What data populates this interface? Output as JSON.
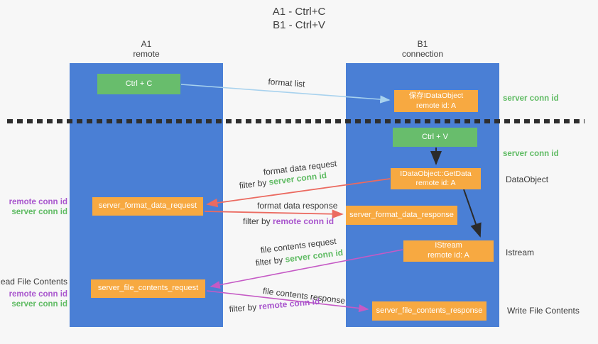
{
  "title": {
    "line1": "A1 - Ctrl+C",
    "line2": "B1 - Ctrl+V"
  },
  "columns": {
    "left": {
      "name": "A1",
      "role": "remote"
    },
    "right": {
      "name": "B1",
      "role": "connection"
    }
  },
  "nodes": {
    "ctrl_c": "Ctrl + C",
    "ctrl_v": "Ctrl + V",
    "save_idataobject": {
      "line1": "保存IDataObject",
      "line2": "remote id: A"
    },
    "getdata": {
      "line1": "IDataObject::GetData",
      "line2": "remote id: A"
    },
    "istream": {
      "line1": "IStream",
      "line2": "remote id: A"
    },
    "format_request": "server_format_data_request",
    "format_response": "server_format_data_response",
    "file_request": "server_file_contents_request",
    "file_response": "server_file_contents_response"
  },
  "arrow_labels": {
    "format_list": "format list",
    "format_data_request": "format data request",
    "format_data_response": "format data response",
    "file_contents_request": "file contents request",
    "file_contents_response": "file contents response",
    "filter_by": "filter by ",
    "server_conn_id": "server conn id",
    "remote_conn_id": "remote conn id"
  },
  "side_labels": {
    "right_server_conn_id_top": "server conn id",
    "right_server_conn_id_mid": "server conn id",
    "dataobject": "DataObject",
    "istream": "Istream",
    "write_file_contents": "Write File Contents",
    "read_file_contents": "Read File Contents",
    "left_remote_conn_id_top": "remote conn id",
    "left_server_conn_id_top": "server conn id",
    "left_remote_conn_id_bottom": "remote conn id",
    "left_server_conn_id_bottom": "server conn id"
  },
  "colors": {
    "lifeline_blue": "#4A7FD5",
    "action_green": "#68BD6C",
    "message_orange": "#F7A941",
    "server_conn_green": "#5FBB63",
    "remote_conn_purple": "#A855CD",
    "arrow_red": "#EB6A60",
    "arrow_purple": "#C55AC5",
    "arrow_blue": "#A8D2EE",
    "arrow_black": "#2b2b2b",
    "background": "#f7f7f7"
  }
}
